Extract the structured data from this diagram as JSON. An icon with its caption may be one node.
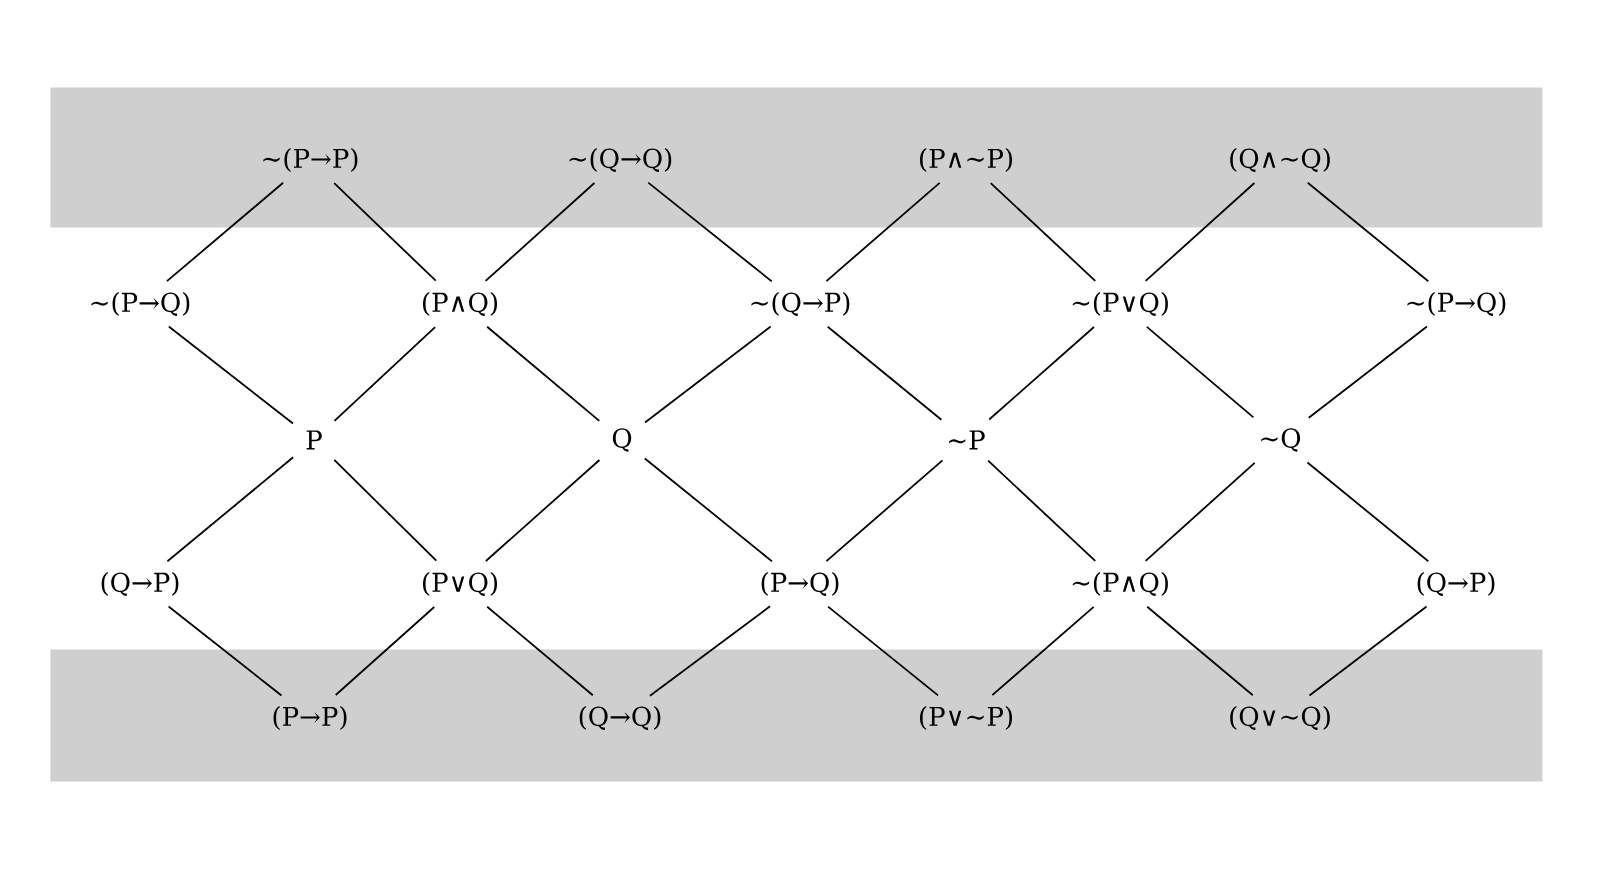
{
  "diagram": {
    "nodes": [
      {
        "text": [],
        "shape": "band"
      },
      {
        "text": [
          "~(P→P)"
        ],
        "in": 0
      },
      {
        "text": [
          "~(Q→Q)"
        ],
        "in": 0
      },
      {
        "text": [
          "(P∧~P)"
        ],
        "in": 0
      },
      {
        "text": [
          "(Q∧~Q)"
        ],
        "in": 0
      },
      {
        "text": [
          "~(P→Q)"
        ]
      },
      {
        "text": [
          "(P∧Q)"
        ]
      },
      {
        "text": [
          "~(Q→P)"
        ]
      },
      {
        "text": [
          "~(P∨Q)"
        ]
      },
      {
        "text": [
          "~(P→Q)"
        ]
      },
      {
        "text": [
          "P"
        ]
      },
      {
        "text": [
          "Q"
        ]
      },
      {
        "text": [
          "~P"
        ]
      },
      {
        "text": [
          "~Q"
        ]
      },
      {
        "text": [
          "(Q→P)"
        ]
      },
      {
        "text": [
          "(P∨Q)"
        ]
      },
      {
        "text": [
          "(P→Q)"
        ]
      },
      {
        "text": [
          "~(P∧Q)"
        ]
      },
      {
        "text": [
          "(Q→P)"
        ]
      },
      {
        "text": [],
        "shape": "band"
      },
      {
        "text": [
          "(P→P)"
        ],
        "in": 19
      },
      {
        "text": [
          "(Q→Q)"
        ],
        "in": 19
      },
      {
        "text": [
          "(P∨~P)"
        ],
        "in": 19
      },
      {
        "text": [
          "(Q∨~Q)"
        ],
        "in": 19
      }
    ],
    "edges": [
      {
        "from": 1,
        "to": 5,
        "arrow": "none"
      },
      {
        "from": 1,
        "to": 6,
        "arrow": "none"
      },
      {
        "from": 2,
        "to": 6,
        "arrow": "none"
      },
      {
        "from": 2,
        "to": 7,
        "arrow": "none"
      },
      {
        "from": 3,
        "to": 7,
        "arrow": "none"
      },
      {
        "from": 3,
        "to": 8,
        "arrow": "none"
      },
      {
        "from": 4,
        "to": 8,
        "arrow": "none"
      },
      {
        "from": 4,
        "to": 9,
        "arrow": "none"
      },
      {
        "from": 5,
        "to": 10,
        "arrow": "none"
      },
      {
        "from": 6,
        "to": 10,
        "arrow": "none"
      },
      {
        "from": 6,
        "to": 11,
        "arrow": "none"
      },
      {
        "from": 7,
        "to": 11,
        "arrow": "none"
      },
      {
        "from": 7,
        "to": 12,
        "arrow": "none"
      },
      {
        "from": 8,
        "to": 12,
        "arrow": "none"
      },
      {
        "from": 8,
        "to": 13,
        "arrow": "none"
      },
      {
        "from": 9,
        "to": 13,
        "arrow": "none"
      },
      {
        "from": 10,
        "to": 14,
        "arrow": "none"
      },
      {
        "from": 10,
        "to": 15,
        "arrow": "none"
      },
      {
        "from": 11,
        "to": 15,
        "arrow": "none"
      },
      {
        "from": 11,
        "to": 16,
        "arrow": "none"
      },
      {
        "from": 12,
        "to": 16,
        "arrow": "none"
      },
      {
        "from": 12,
        "to": 17,
        "arrow": "none"
      },
      {
        "from": 13,
        "to": 17,
        "arrow": "none"
      },
      {
        "from": 13,
        "to": 18,
        "arrow": "none"
      },
      {
        "from": 14,
        "to": 20,
        "arrow": "none"
      },
      {
        "from": 15,
        "to": 20,
        "arrow": "none"
      },
      {
        "from": 15,
        "to": 21,
        "arrow": "none"
      },
      {
        "from": 16,
        "to": 21,
        "arrow": "none"
      },
      {
        "from": 16,
        "to": 22,
        "arrow": "none"
      },
      {
        "from": 17,
        "to": 22,
        "arrow": "none"
      },
      {
        "from": 17,
        "to": 23,
        "arrow": "none"
      },
      {
        "from": 18,
        "to": 23,
        "arrow": "none"
      }
    ]
  }
}
